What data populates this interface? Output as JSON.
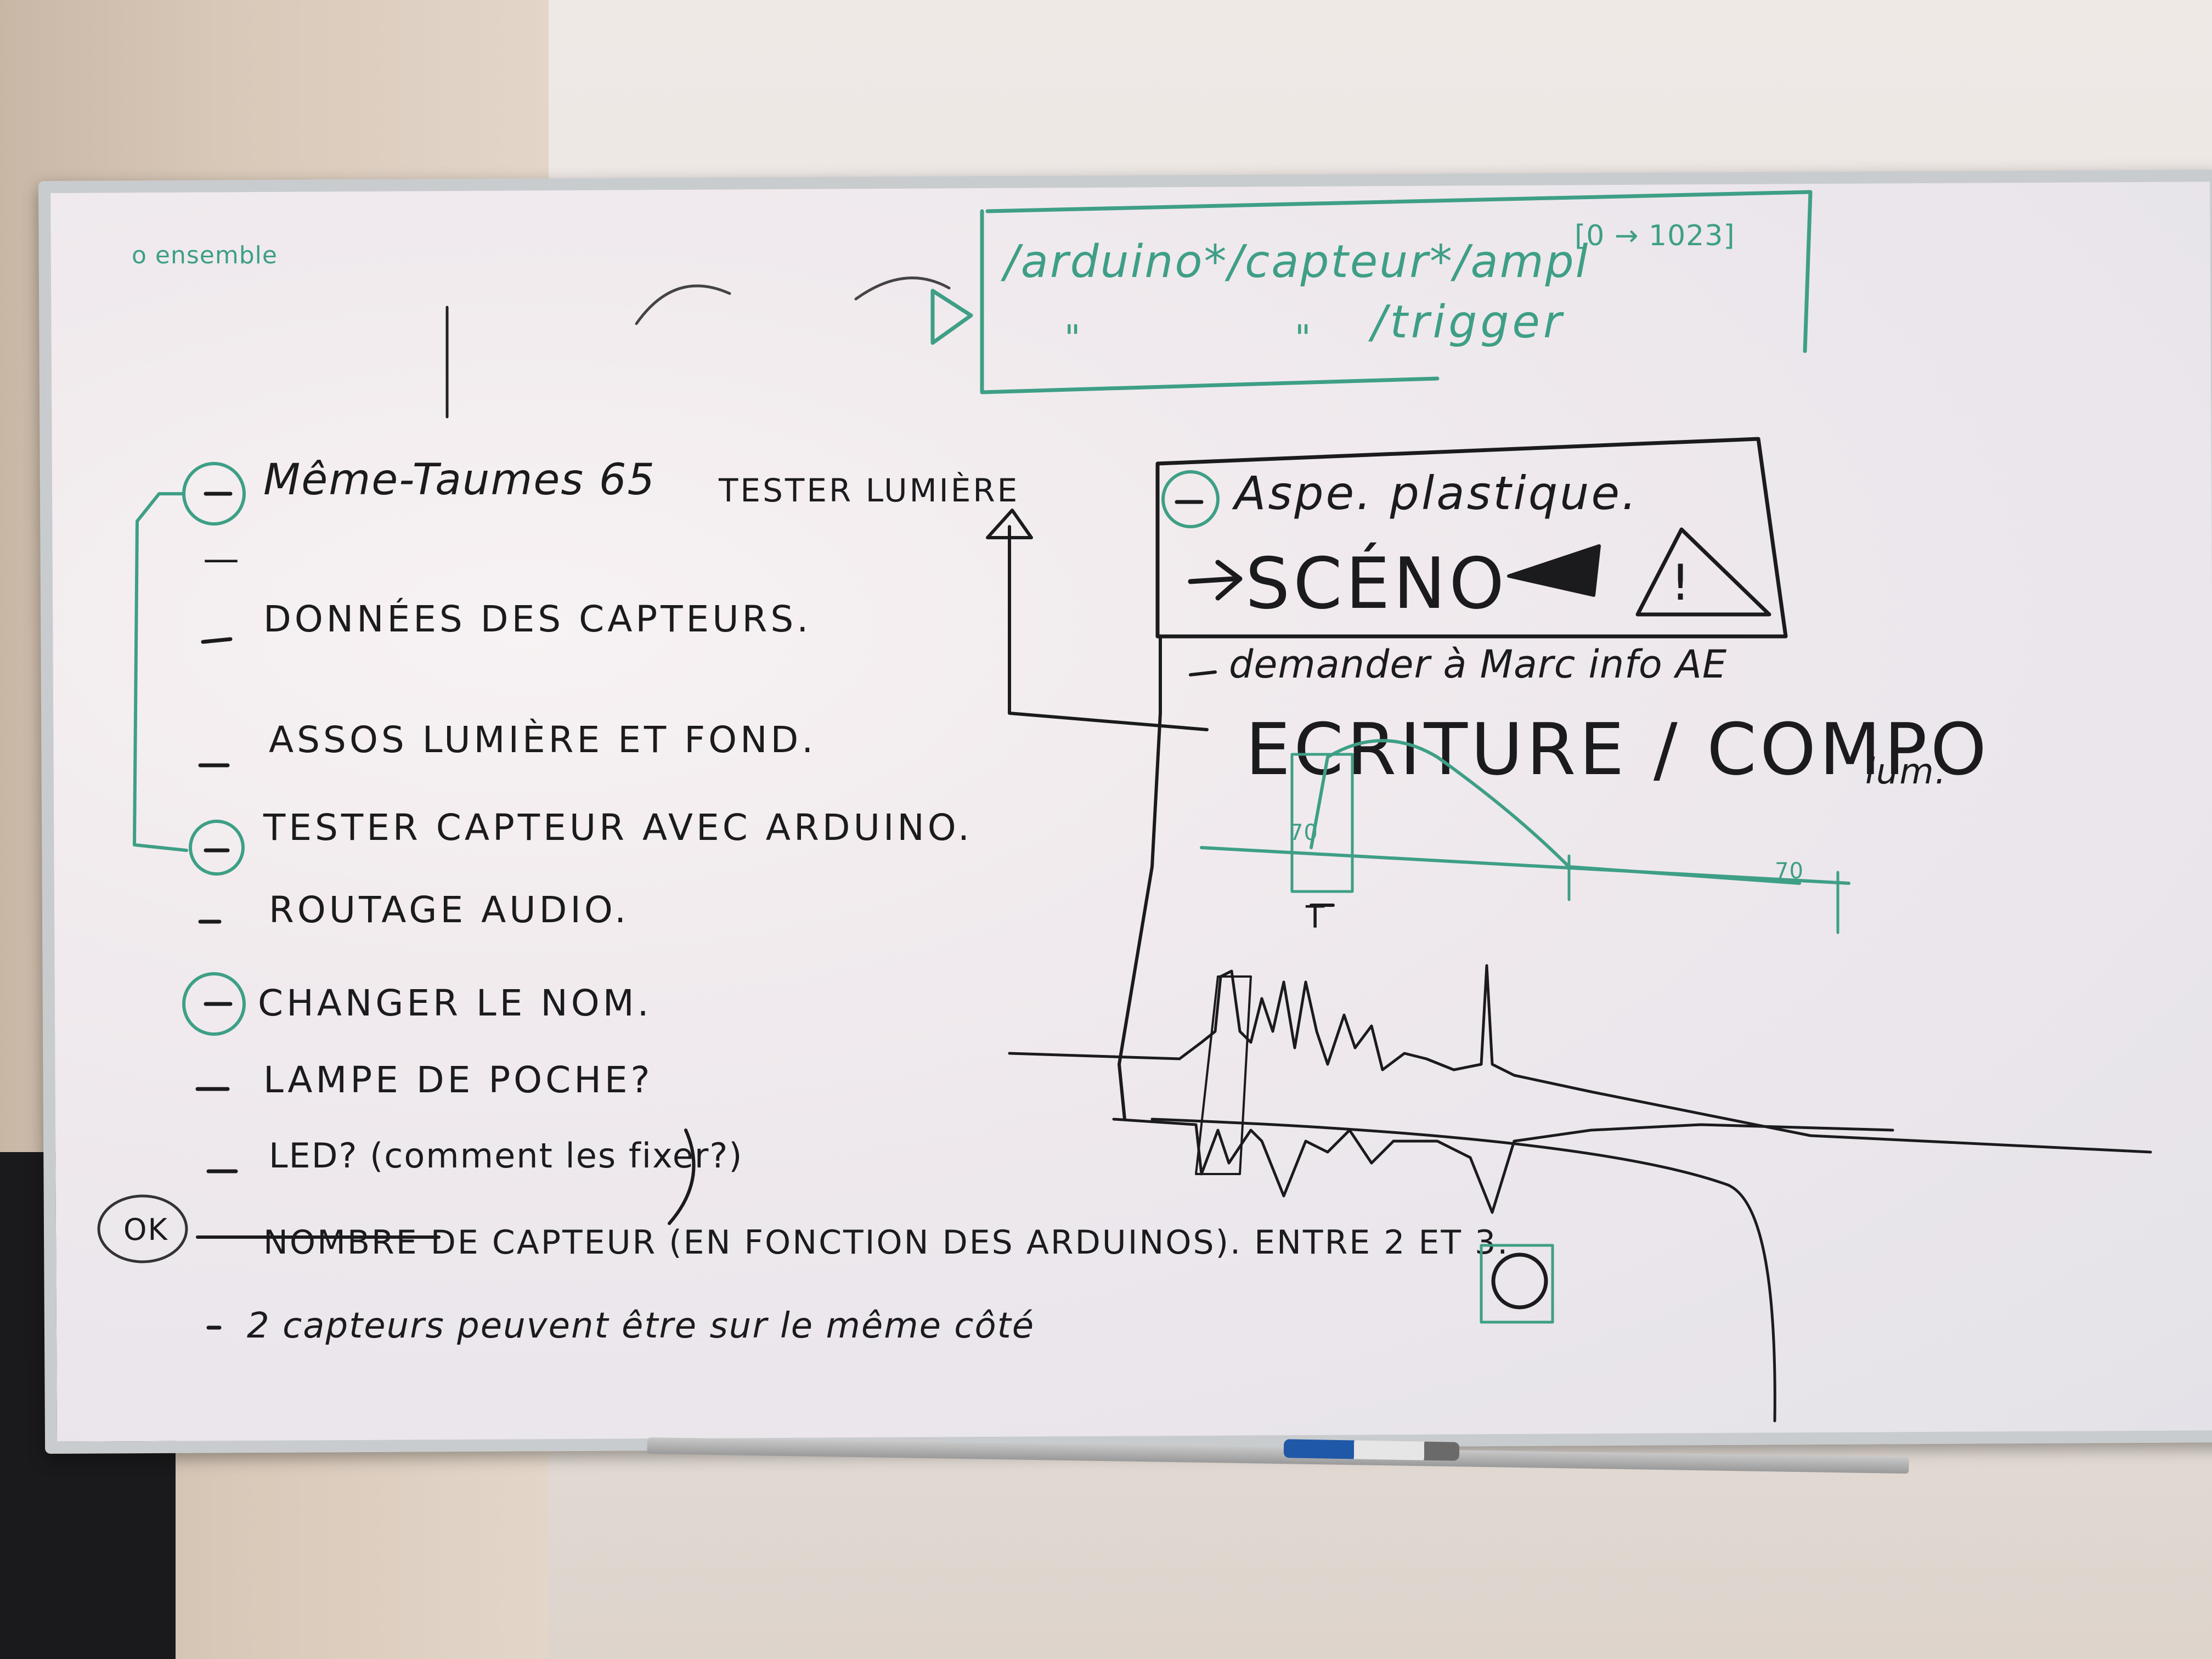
{
  "top_left_note": "o ensemble",
  "osc_box": {
    "line1": "/arduino*/capteur*/ampl",
    "range": "[0 → 1023]",
    "line2_ditto_1": "\"",
    "line2_ditto_2": "\"",
    "line2_end": "/trigger"
  },
  "left_list": [
    "Même-Taumes 65",
    "—",
    "DONNÉES DES CAPTEURS.",
    "ASSOS LUMIÈRE ET FOND.",
    "TESTER CAPTEUR AVEC ARDUINO.",
    "ROUTAGE AUDIO.",
    "CHANGER LE NOM.",
    "LAMPE DE POCHE?",
    "LED? (comment les fixer?)",
    "NOMBRE DE CAPTEUR (EN FONCTION DES ARDUINOS). ENTRE 2 ET 3.",
    "2 capteurs peuvent être sur le même côté"
  ],
  "ok_label": "OK",
  "tester_lumiere": "TESTER LUMIÈRE",
  "right_box": {
    "line1": "Aspe. plastique.",
    "sceno": "SCÉNO",
    "warning": "!"
  },
  "demander": "demander à Marc info AE",
  "ecriture": "ECRITURE / COMPO",
  "ecriture_suffix": "lum.",
  "graph_labels": {
    "left_value": "70",
    "right_value": "70",
    "t_label": "T"
  },
  "colors": {
    "green_marker": "#3e9f86",
    "black_marker": "#1b1b1d",
    "board": "#f1ecef"
  }
}
